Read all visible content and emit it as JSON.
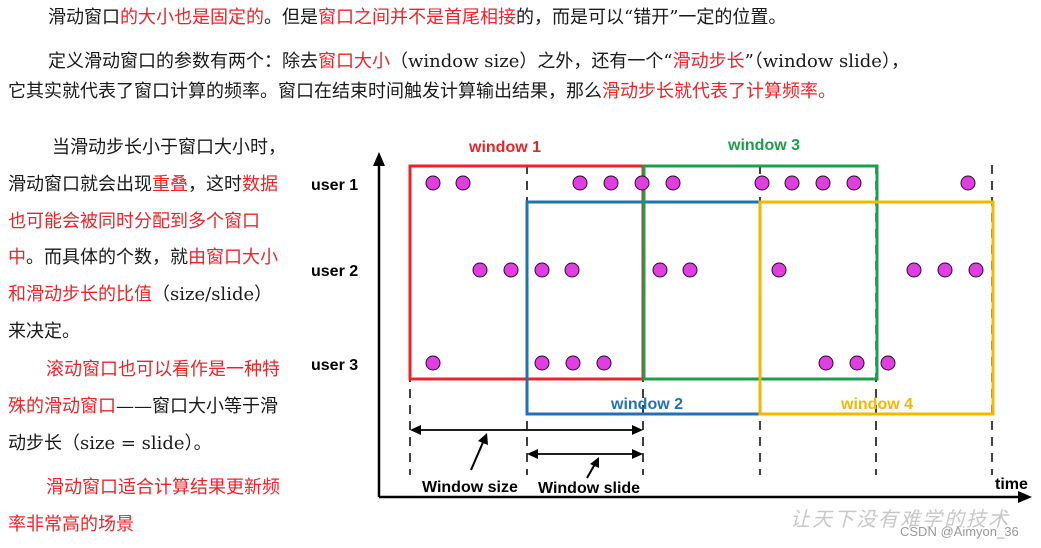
{
  "intro": {
    "p1": [
      {
        "t": "滑动窗口",
        "c": ""
      },
      {
        "t": "的大小也是固定的",
        "c": "red"
      },
      {
        "t": "。但是",
        "c": ""
      },
      {
        "t": "窗口之间并不是首尾相接",
        "c": "red"
      },
      {
        "t": "的，而是可以“错开”一定的位置。",
        "c": ""
      }
    ],
    "p2": [
      {
        "t": "定义滑动窗口的参数有两个：除去",
        "c": ""
      },
      {
        "t": "窗口大小",
        "c": "red"
      },
      {
        "t": "（window  size）之外，还有一个“",
        "c": ""
      },
      {
        "t": "滑动步长",
        "c": "red"
      },
      {
        "t": "”（window  slide），",
        "c": ""
      }
    ],
    "p3": [
      {
        "t": "它其实就代表了窗口计算的频率。窗口在结束时间触发计算输出结果，那么",
        "c": ""
      },
      {
        "t": "滑动步长就代表了计算频率。",
        "c": "red"
      }
    ]
  },
  "side": {
    "s1": [
      {
        "t": "当滑动步长小于窗口大小时，滑动窗口就会出现",
        "c": ""
      },
      {
        "t": "重叠",
        "c": "red"
      },
      {
        "t": "，这时",
        "c": ""
      },
      {
        "t": "数据也可能会被同时分配到多个窗口中",
        "c": "red"
      },
      {
        "t": "。而具体的个数，就",
        "c": ""
      },
      {
        "t": "由窗口大小和滑动步长的比值",
        "c": "red"
      },
      {
        "t": "（size/slide）来决定。",
        "c": ""
      }
    ],
    "s2": [
      {
        "t": "滚动窗口也可以看作是一种特殊的滑动窗口",
        "c": "red"
      },
      {
        "t": "——窗口大小等于滑动步长（size = slide）。",
        "c": ""
      }
    ],
    "s3": [
      {
        "t": "滑动窗口适合计算结果更新频率非常高的场景",
        "c": "red"
      }
    ]
  },
  "diagram": {
    "users": [
      "user 1",
      "user 2",
      "user 3"
    ],
    "time_label": "time",
    "windows": [
      {
        "label": "window 1",
        "color": "#e8262a"
      },
      {
        "label": "window 2",
        "color": "#1f72b8"
      },
      {
        "label": "window 3",
        "color": "#1aa04a"
      },
      {
        "label": "window 4",
        "color": "#f5b800"
      }
    ],
    "annotations": {
      "size": "Window size",
      "slide": "Window slide"
    },
    "dot_color": "#e03ee0"
  },
  "watermark": "让天下没有难学的技术",
  "credit": "CSDN @Aimyon_36"
}
